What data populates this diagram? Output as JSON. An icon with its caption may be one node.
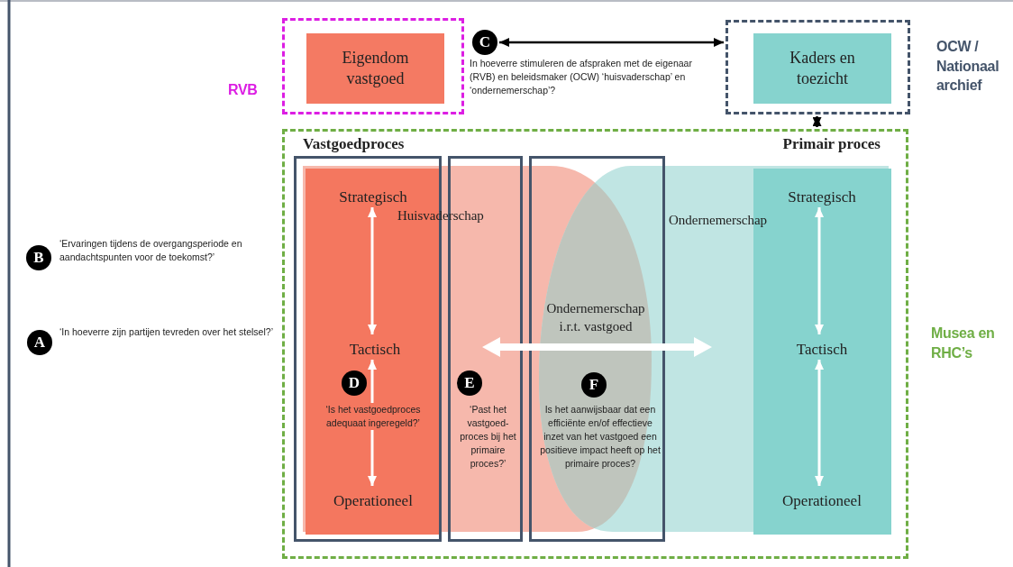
{
  "diagram": {
    "nodes": [
      {
        "text": [
          "RVB"
        ]
      },
      {
        "text": [
          "Eigendom vastgoed"
        ],
        "in": 0
      },
      {
        "text": [
          "C"
        ],
        "beside": [
          "In hoeverre stimuleren de afspraken met de eigenaar (RVB) en beleidsmaker (OCW) ‘huisvaderschap’ en ‘ondernemerschap’?"
        ]
      },
      {
        "text": [
          "OCW / Nationaal archief"
        ]
      },
      {
        "text": [
          "Kaders en toezicht"
        ],
        "in": 3
      },
      {
        "text": [
          "B"
        ],
        "beside": [
          "‘Ervaringen tijdens de overgangsperiode en aandachtspunten voor de toekomst?’"
        ]
      },
      {
        "text": [
          "A"
        ],
        "beside": [
          "‘In hoeverre zijn partijen tevreden over het stelsel?’"
        ]
      },
      {
        "text": [
          "Musea en RHC’s"
        ]
      },
      {
        "text": [],
        "shape": "box",
        "in": 7
      },
      {
        "text": [
          "Strategisch"
        ],
        "in": 8
      },
      {
        "text": [
          "Tactisch"
        ],
        "in": 8
      },
      {
        "text": [
          "Operationeel"
        ],
        "in": 8
      },
      {
        "text": [],
        "shape": "box",
        "in": 7
      },
      {
        "text": [
          "Strategisch"
        ],
        "in": 12
      },
      {
        "text": [
          "Tactisch"
        ],
        "in": 12
      },
      {
        "text": [
          "Operationeel"
        ],
        "in": 12
      },
      {
        "text": [
          "D"
        ],
        "in": 8,
        "beside": [
          "‘Is het vastgoedproces adequaat ingeregeld?’"
        ]
      },
      {
        "text": [
          "E"
        ],
        "in": 7,
        "beside": [
          "‘Past het vastgoed-proces bij het primaire proces?’"
        ]
      },
      {
        "text": [
          "F"
        ],
        "in": 7,
        "beside": [
          "Is het aanwijsbaar dat een efficiënte en/of effectieve inzet van het vastgoed een positieve impact heeft op het primaire proces?"
        ]
      }
    ],
    "edges": [
      {
        "from": 2,
        "to": 3,
        "arrow": "both",
        "color": "#000000"
      },
      {
        "from": 3,
        "to": 7,
        "arrow": "both",
        "color": "#000000"
      },
      {
        "from": 9,
        "to": 10,
        "arrow": "both"
      },
      {
        "from": 10,
        "to": 11,
        "arrow": "both"
      },
      {
        "from": 13,
        "to": 14,
        "arrow": "both"
      },
      {
        "from": 14,
        "to": 15,
        "arrow": "both"
      }
    ],
    "labels": [
      "Vastgoedproces",
      "Primair proces",
      "Huisvaderschap",
      "Ondernemerschap",
      "Ondernemerschap i.r.t. vastgoed"
    ]
  }
}
